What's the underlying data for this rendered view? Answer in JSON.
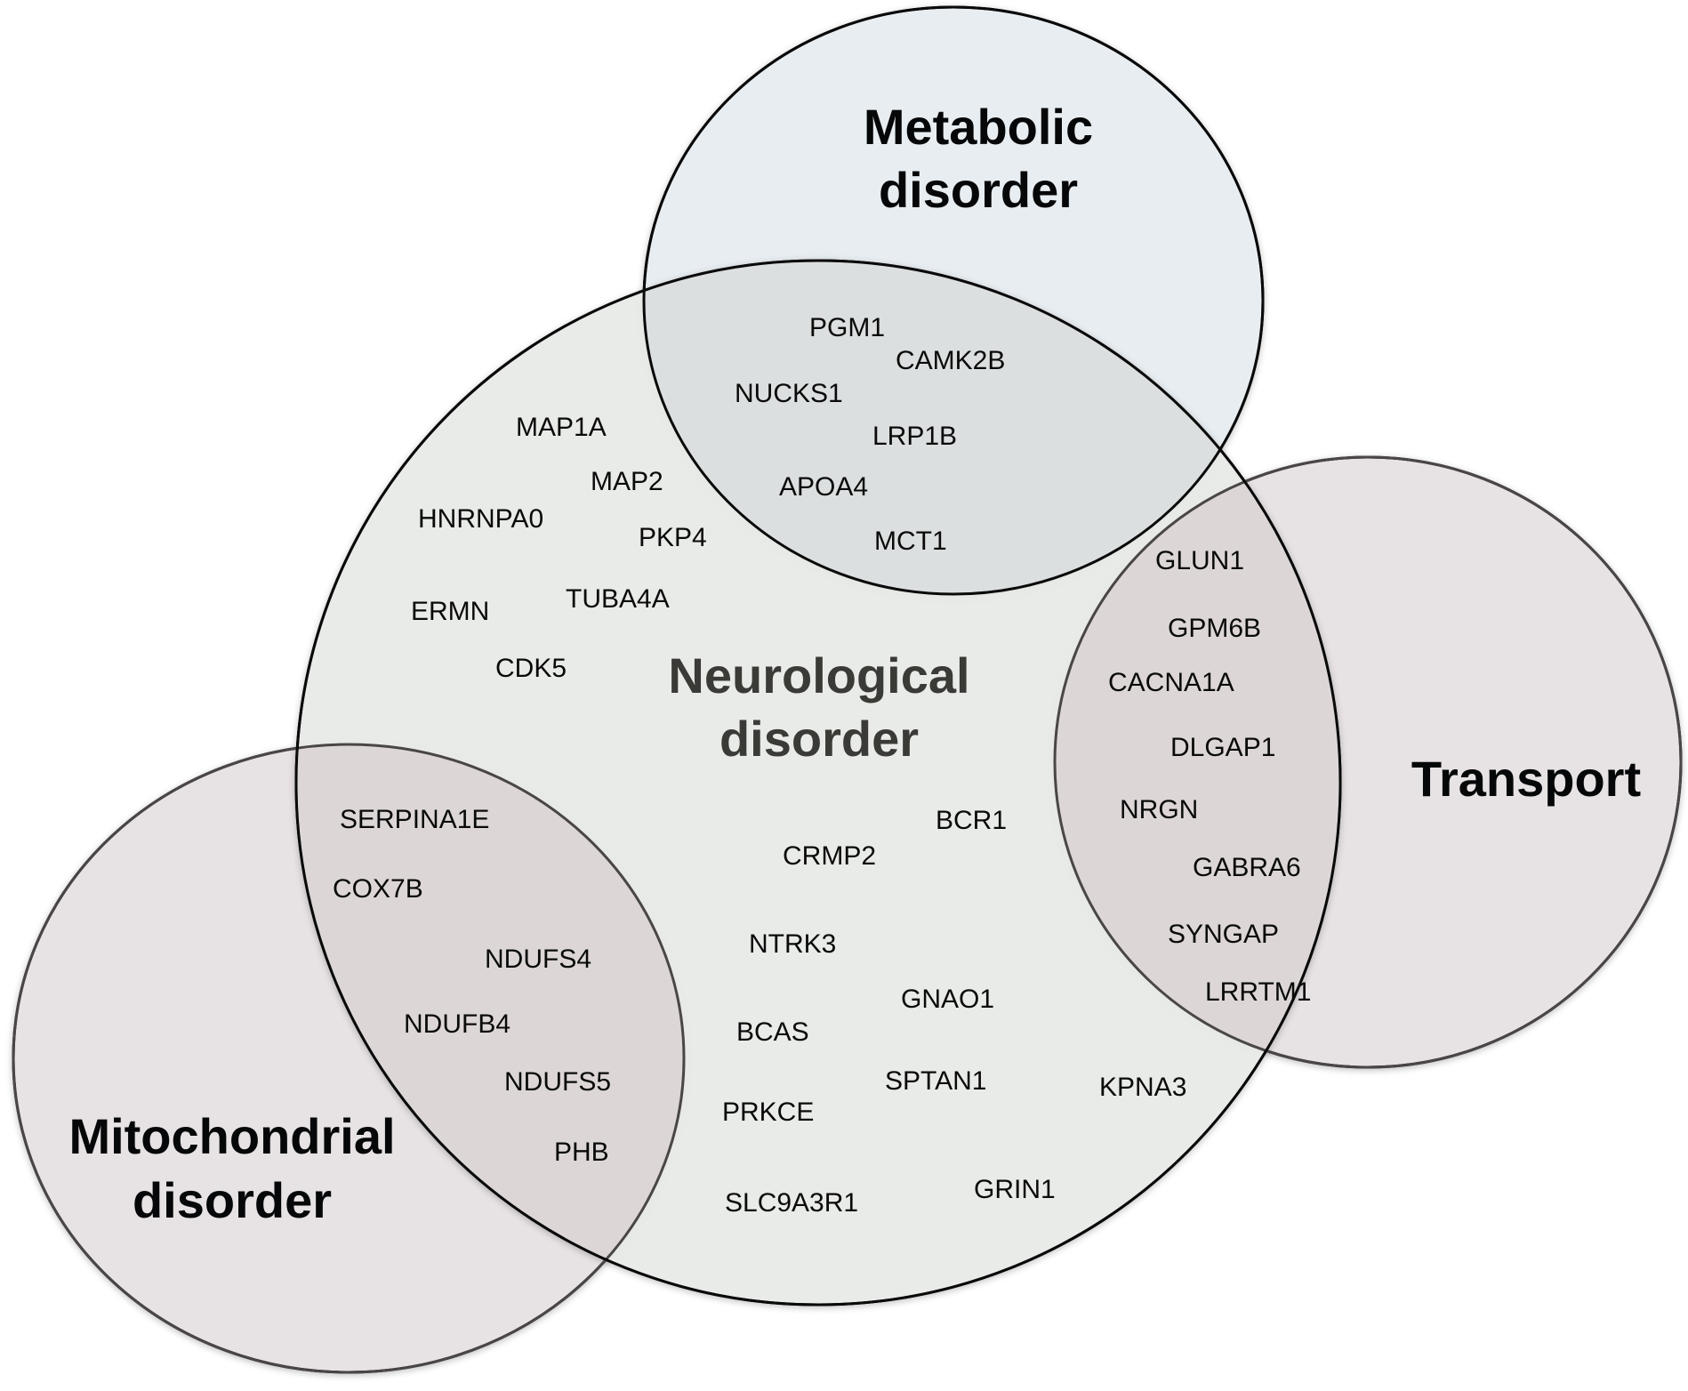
{
  "diagram": {
    "type": "venn",
    "sets": [
      {
        "id": "neurological",
        "label_lines": [
          "Neurological",
          "disorder"
        ],
        "fill": "#e9ebe8",
        "text_color": "#3a3a36"
      },
      {
        "id": "metabolic",
        "label_lines": [
          "Metabolic",
          "disorder"
        ],
        "fill": "#e8edf1",
        "text_color": "#050708"
      },
      {
        "id": "transport",
        "label_lines": [
          "Transport"
        ],
        "fill": "#e7e2e3",
        "text_color": "#050708"
      },
      {
        "id": "mitochondrial",
        "label_lines": [
          "Mitochondrial",
          "disorder"
        ],
        "fill": "#e7e2e3",
        "text_color": "#050708"
      }
    ],
    "regions": [
      {
        "id": "neurological_only",
        "sets": [
          "neurological"
        ],
        "genes": [
          "MAP1A",
          "MAP2",
          "HNRNPA0",
          "PKP4",
          "ERMN",
          "TUBA4A",
          "CDK5",
          "BCR1",
          "CRMP2",
          "NTRK3",
          "GNAO1",
          "BCAS",
          "SPTAN1",
          "KPNA3",
          "PRKCE",
          "GRIN1",
          "SLC9A3R1"
        ]
      },
      {
        "id": "neurological_metabolic",
        "sets": [
          "neurological",
          "metabolic"
        ],
        "genes": [
          "PGM1",
          "CAMK2B",
          "NUCKS1",
          "LRP1B",
          "APOA4",
          "MCT1"
        ]
      },
      {
        "id": "neurological_transport",
        "sets": [
          "neurological",
          "transport"
        ],
        "genes": [
          "GLUN1",
          "GPM6B",
          "CACNA1A",
          "DLGAP1",
          "NRGN",
          "GABRA6",
          "SYNGAP",
          "LRRTM1"
        ]
      },
      {
        "id": "neurological_mitochondrial",
        "sets": [
          "neurological",
          "mitochondrial"
        ],
        "genes": [
          "SERPINA1E",
          "COX7B",
          "NDUFS4",
          "NDUFB4",
          "NDUFS5",
          "PHB"
        ]
      }
    ],
    "overlap_fill": "#dcd7d6",
    "outline_color": "#0a0a0a"
  }
}
